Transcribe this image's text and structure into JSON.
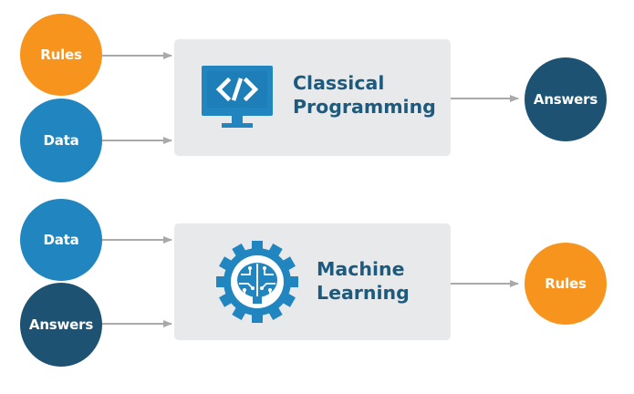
{
  "colors": {
    "orange": "#f7941d",
    "light_blue": "#2185bf",
    "dark_blue": "#1d5272",
    "box_fill": "#e8e9eb",
    "title_text": "#1d5b7e",
    "arrow": "#a9a9a9"
  },
  "classical": {
    "inputs": [
      {
        "label": "Rules",
        "color": "orange"
      },
      {
        "label": "Data",
        "color": "light_blue"
      }
    ],
    "icon": "code-monitor-icon",
    "title_line1": "Classical",
    "title_line2": "Programming",
    "output": {
      "label": "Answers",
      "color": "dark_blue"
    }
  },
  "machine_learning": {
    "inputs": [
      {
        "label": "Data",
        "color": "light_blue"
      },
      {
        "label": "Answers",
        "color": "dark_blue"
      }
    ],
    "icon": "brain-gear-icon",
    "title_line1": "Machine",
    "title_line2": "Learning",
    "output": {
      "label": "Rules",
      "color": "orange"
    }
  }
}
